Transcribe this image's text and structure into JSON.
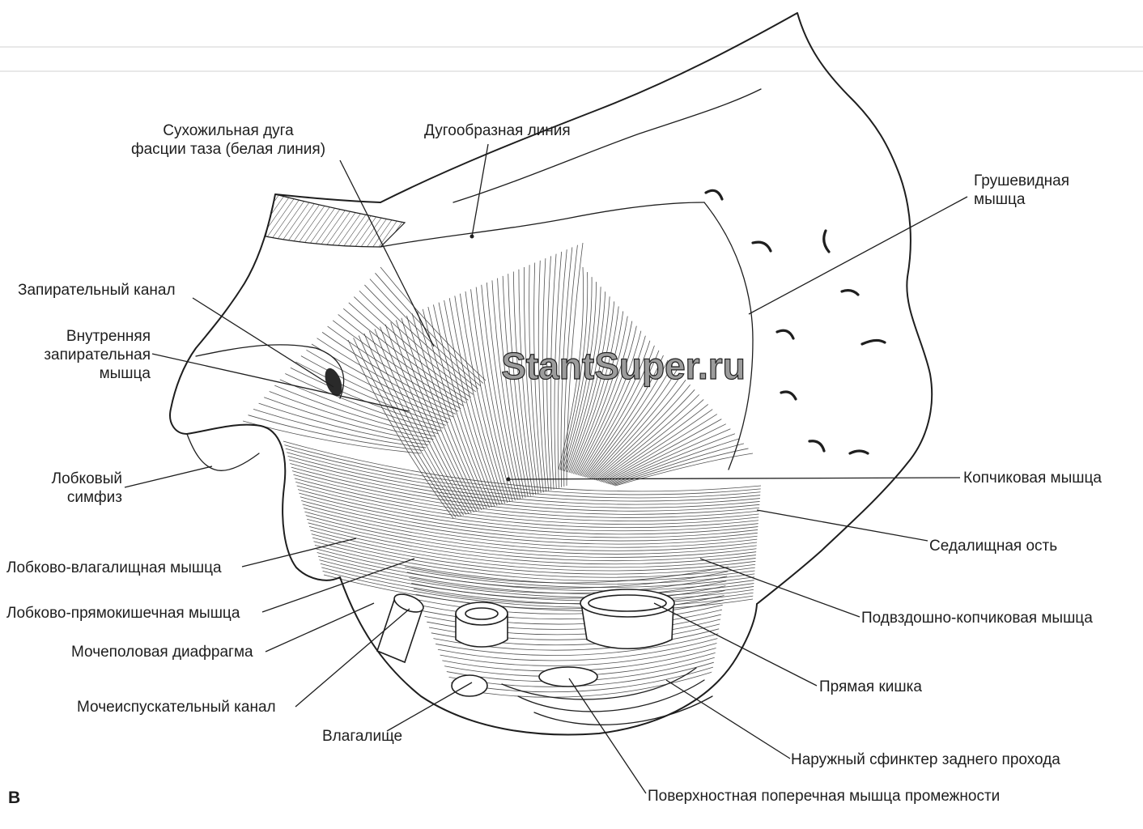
{
  "figure": {
    "panel_letter": "В",
    "watermark": "StantSuper.ru"
  },
  "labels": {
    "tendinous_arch": "Сухожильная дуга\nфасции таза (белая линия)",
    "arcuate_line": "Дугообразная линия",
    "piriformis": "Грушевидная\nмышца",
    "obturator_canal": "Запирательный канал",
    "obturator_internus": "Внутренняя\nзапирательная\nмышца",
    "pubic_symphysis": "Лобковый\nсимфиз",
    "coccygeus": "Копчиковая мышца",
    "ischial_spine": "Седалищная ость",
    "pubovaginalis": "Лобково-влагалищная мышца",
    "puborectalis": "Лобково-прямокишечная мышца",
    "iliococcygeus": "Подвздошно-копчиковая мышца",
    "urogenital_diaphragm": "Мочеполовая диафрагма",
    "rectum": "Прямая кишка",
    "urethra": "Мочеиспускательный канал",
    "vagina": "Влагалище",
    "external_anal_sphincter": "Наружный сфинктер заднего прохода",
    "superficial_transverse_perineal": "Поверхностная поперечная мышца промежности"
  },
  "colors": {
    "ink": "#1e1e1e",
    "paper": "#ffffff",
    "ghost": "#dadada"
  }
}
